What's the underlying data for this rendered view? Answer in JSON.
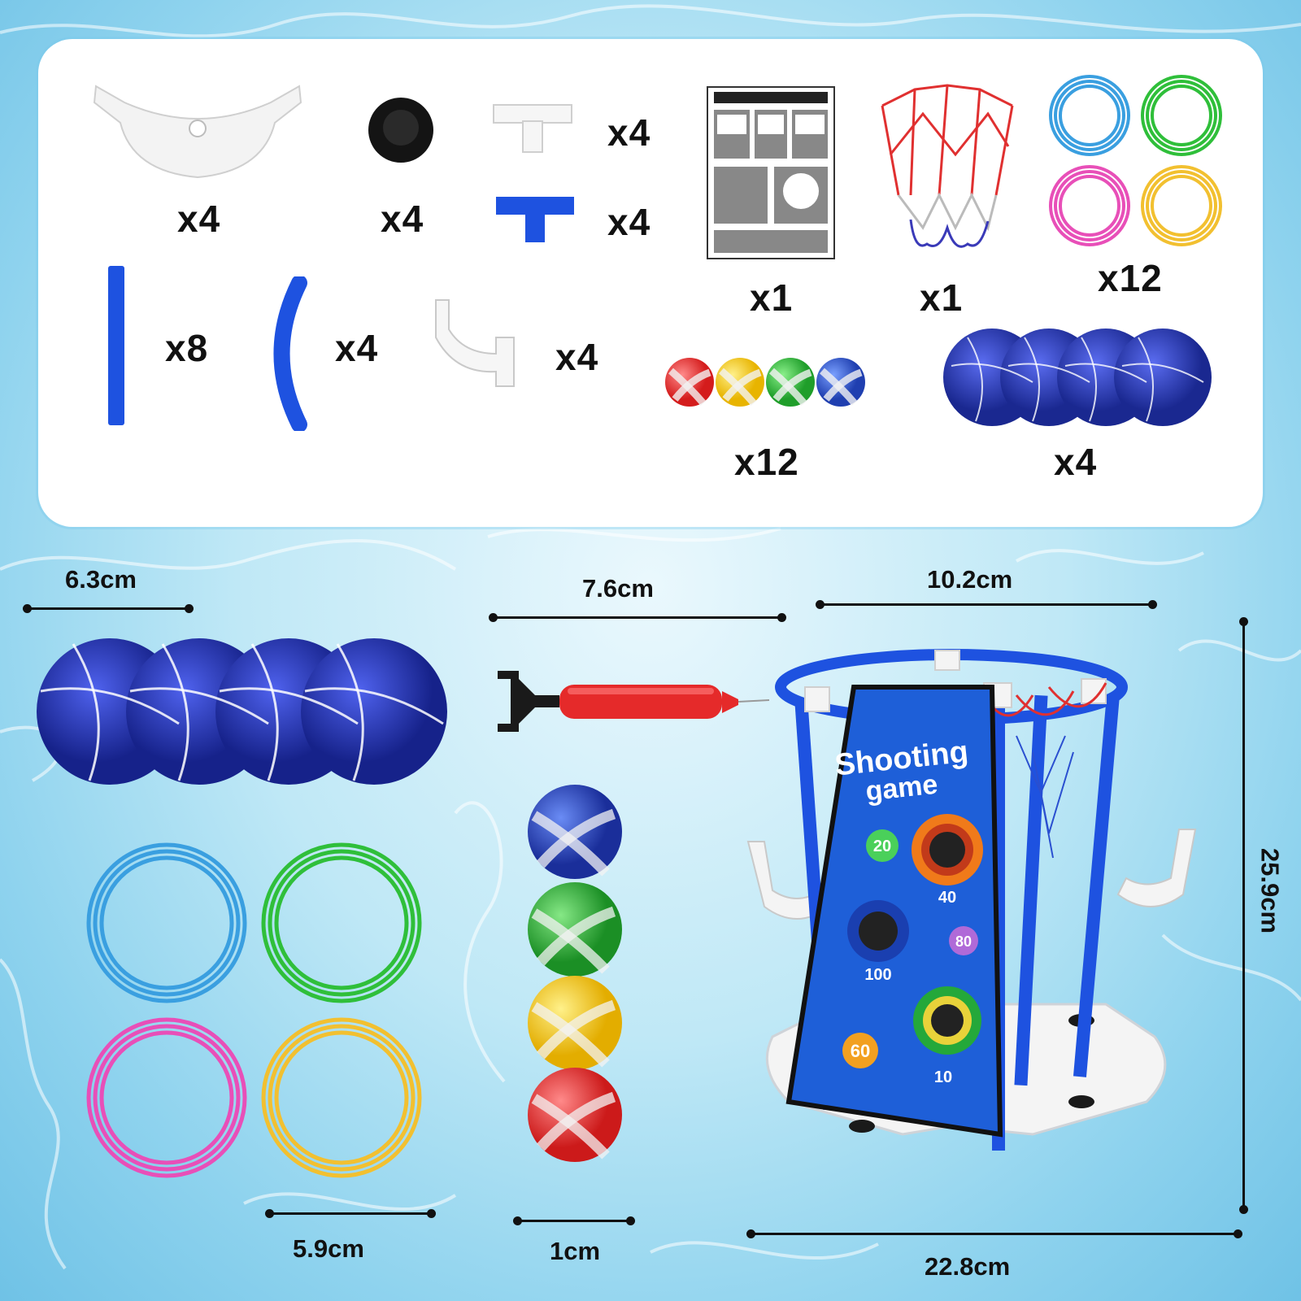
{
  "colors": {
    "basketball": "#2737b8",
    "tube_blue": "#1e52e0",
    "ring_blue": "#3a9fe0",
    "ring_green": "#2fbf3a",
    "ring_pink": "#e84fb8",
    "ring_yellow": "#f2c030",
    "pump_red": "#e52a2a"
  },
  "parts": {
    "float_base": {
      "icon": "float-base-icon",
      "qty": "x4"
    },
    "black_plug": {
      "icon": "black-plug-icon",
      "qty": "x4"
    },
    "white_t_connector": {
      "icon": "white-t-connector-icon",
      "qty": "x4"
    },
    "blue_t_connector": {
      "icon": "blue-t-connector-icon",
      "qty": "x4"
    },
    "manual": {
      "icon": "manual-icon",
      "qty": "x1"
    },
    "net": {
      "icon": "net-icon",
      "qty": "x1"
    },
    "rings": {
      "icon": "rings-icon",
      "qty": "x12"
    },
    "straight_tube": {
      "icon": "straight-tube-icon",
      "qty": "x8"
    },
    "curved_tube": {
      "icon": "curved-tube-icon",
      "qty": "x4"
    },
    "hook_arm": {
      "icon": "hook-arm-icon",
      "qty": "x4"
    },
    "sticky_balls": {
      "icon": "sticky-balls-icon",
      "qty": "x12"
    },
    "basketballs": {
      "icon": "basketballs-icon",
      "qty": "x4"
    }
  },
  "dimensions": {
    "basketball": "6.3cm",
    "pump": "7.6cm",
    "hoop_width": "10.2cm",
    "hoop_height": "25.9cm",
    "base_width": "22.8cm",
    "ring": "5.9cm",
    "sticky_ball": "1cm"
  },
  "target": {
    "title_line1": "Shooting",
    "title_line2": "game",
    "scores": [
      "20",
      "40",
      "100",
      "80",
      "60",
      "10"
    ]
  }
}
